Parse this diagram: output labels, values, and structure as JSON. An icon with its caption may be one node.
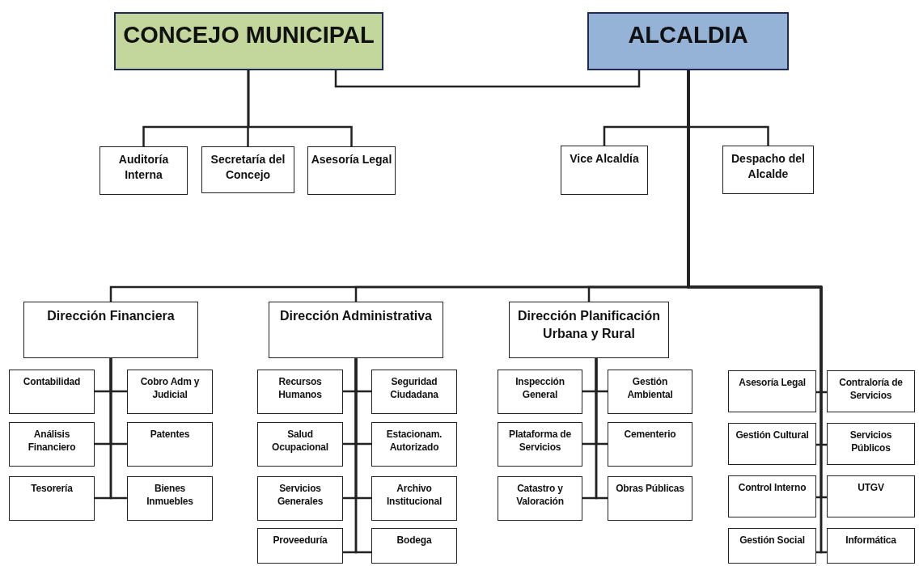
{
  "diagram": {
    "nodes": [
      {
        "text": [
          "CONCEJO MUNICIPAL"
        ]
      },
      {
        "text": [
          "ALCALDIA"
        ]
      },
      {
        "text": [
          "Auditoría Interna"
        ]
      },
      {
        "text": [
          "Secretaría del Concejo"
        ]
      },
      {
        "text": [
          "Asesoría Legal"
        ]
      },
      {
        "text": [
          "Vice Alcaldía"
        ]
      },
      {
        "text": [
          "Despacho del Alcalde"
        ]
      },
      {
        "text": [
          "Dirección Financiera"
        ]
      },
      {
        "text": [
          "Dirección Administrativa"
        ]
      },
      {
        "text": [
          "Dirección Planificación Urbana y Rural"
        ]
      },
      {
        "text": [
          "Contabilidad"
        ]
      },
      {
        "text": [
          "Cobro Adm y Judicial"
        ]
      },
      {
        "text": [
          "Análisis Financiero"
        ]
      },
      {
        "text": [
          "Patentes"
        ]
      },
      {
        "text": [
          "Tesorería"
        ]
      },
      {
        "text": [
          "Bienes Inmuebles"
        ]
      },
      {
        "text": [
          "Recursos Humanos"
        ]
      },
      {
        "text": [
          "Seguridad Ciudadana"
        ]
      },
      {
        "text": [
          "Salud Ocupacional"
        ]
      },
      {
        "text": [
          "Estacionam. Autorizado"
        ]
      },
      {
        "text": [
          "Servicios Generales"
        ]
      },
      {
        "text": [
          "Archivo Institucional"
        ]
      },
      {
        "text": [
          "Proveeduría"
        ]
      },
      {
        "text": [
          "Bodega"
        ]
      },
      {
        "text": [
          "Inspección General"
        ]
      },
      {
        "text": [
          "Gestión Ambiental"
        ]
      },
      {
        "text": [
          "Plataforma de Servicios"
        ]
      },
      {
        "text": [
          "Cementerio"
        ]
      },
      {
        "text": [
          "Catastro y Valoración"
        ]
      },
      {
        "text": [
          "Obras Públicas"
        ]
      },
      {
        "text": [
          "Asesoría Legal"
        ]
      },
      {
        "text": [
          "Contraloría de Servicios"
        ]
      },
      {
        "text": [
          "Gestión Cultural"
        ]
      },
      {
        "text": [
          "Servicios Públicos"
        ]
      },
      {
        "text": [
          "Control Interno"
        ]
      },
      {
        "text": [
          "UTGV"
        ]
      },
      {
        "text": [
          "Gestión Social"
        ]
      },
      {
        "text": [
          "Informática"
        ]
      }
    ],
    "edges": [
      {
        "from": 0,
        "to": 1,
        "arrow": "none"
      },
      {
        "from": 0,
        "to": 2,
        "arrow": "none"
      },
      {
        "from": 0,
        "to": 3,
        "arrow": "none"
      },
      {
        "from": 0,
        "to": 4,
        "arrow": "none"
      },
      {
        "from": 1,
        "to": 5,
        "arrow": "none"
      },
      {
        "from": 1,
        "to": 6,
        "arrow": "none"
      },
      {
        "from": 1,
        "to": 7,
        "arrow": "none"
      },
      {
        "from": 1,
        "to": 8,
        "arrow": "none"
      },
      {
        "from": 1,
        "to": 9,
        "arrow": "none"
      },
      {
        "from": 7,
        "to": 10,
        "arrow": "none"
      },
      {
        "from": 7,
        "to": 11,
        "arrow": "none"
      },
      {
        "from": 7,
        "to": 12,
        "arrow": "none"
      },
      {
        "from": 7,
        "to": 13,
        "arrow": "none"
      },
      {
        "from": 7,
        "to": 14,
        "arrow": "none"
      },
      {
        "from": 7,
        "to": 15,
        "arrow": "none"
      },
      {
        "from": 8,
        "to": 16,
        "arrow": "none"
      },
      {
        "from": 8,
        "to": 17,
        "arrow": "none"
      },
      {
        "from": 8,
        "to": 18,
        "arrow": "none"
      },
      {
        "from": 8,
        "to": 19,
        "arrow": "none"
      },
      {
        "from": 8,
        "to": 20,
        "arrow": "none"
      },
      {
        "from": 8,
        "to": 21,
        "arrow": "none"
      },
      {
        "from": 8,
        "to": 22,
        "arrow": "none"
      },
      {
        "from": 8,
        "to": 23,
        "arrow": "none"
      },
      {
        "from": 9,
        "to": 24,
        "arrow": "none"
      },
      {
        "from": 9,
        "to": 25,
        "arrow": "none"
      },
      {
        "from": 9,
        "to": 26,
        "arrow": "none"
      },
      {
        "from": 9,
        "to": 27,
        "arrow": "none"
      },
      {
        "from": 9,
        "to": 28,
        "arrow": "none"
      },
      {
        "from": 9,
        "to": 29,
        "arrow": "none"
      },
      {
        "from": 1,
        "to": 30,
        "arrow": "none"
      },
      {
        "from": 1,
        "to": 31,
        "arrow": "none"
      },
      {
        "from": 1,
        "to": 32,
        "arrow": "none"
      },
      {
        "from": 1,
        "to": 33,
        "arrow": "none"
      },
      {
        "from": 1,
        "to": 34,
        "arrow": "none"
      },
      {
        "from": 1,
        "to": 35,
        "arrow": "none"
      },
      {
        "from": 1,
        "to": 36,
        "arrow": "none"
      },
      {
        "from": 1,
        "to": 37,
        "arrow": "none"
      }
    ]
  }
}
